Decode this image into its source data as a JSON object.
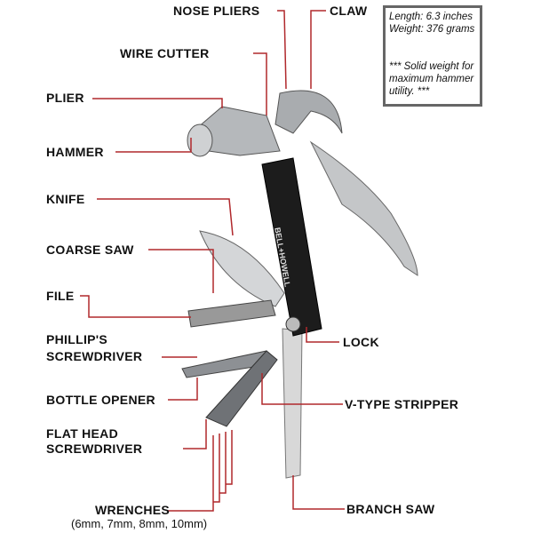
{
  "labels": {
    "nose_pliers": "NOSE PLIERS",
    "claw": "CLAW",
    "wire_cutter": "WIRE CUTTER",
    "plier": "PLIER",
    "hammer": "HAMMER",
    "knife": "KNIFE",
    "coarse_saw": "COARSE SAW",
    "file": "FILE",
    "phillips_1": "PHILLIP'S",
    "phillips_2": "SCREWDRIVER",
    "bottle_opener": "BOTTLE OPENER",
    "flat_head_1": "FLAT HEAD",
    "flat_head_2": "SCREWDRIVER",
    "wrenches": "WRENCHES",
    "wrench_sizes": "(6mm, 7mm, 8mm, 10mm)",
    "lock": "LOCK",
    "v_type_stripper": "V-TYPE STRIPPER",
    "branch_saw": "BRANCH SAW"
  },
  "info": {
    "length": "Length: 6.3 inches",
    "weight": "Weight: 376 grams",
    "note": "*** Solid weight for maximum hammer utility. ***"
  },
  "brand_text": "BELL+HOWELL",
  "colors": {
    "leader": "#b0282c",
    "handle": "#1c1c1c",
    "steel": "#b9bcbf"
  }
}
